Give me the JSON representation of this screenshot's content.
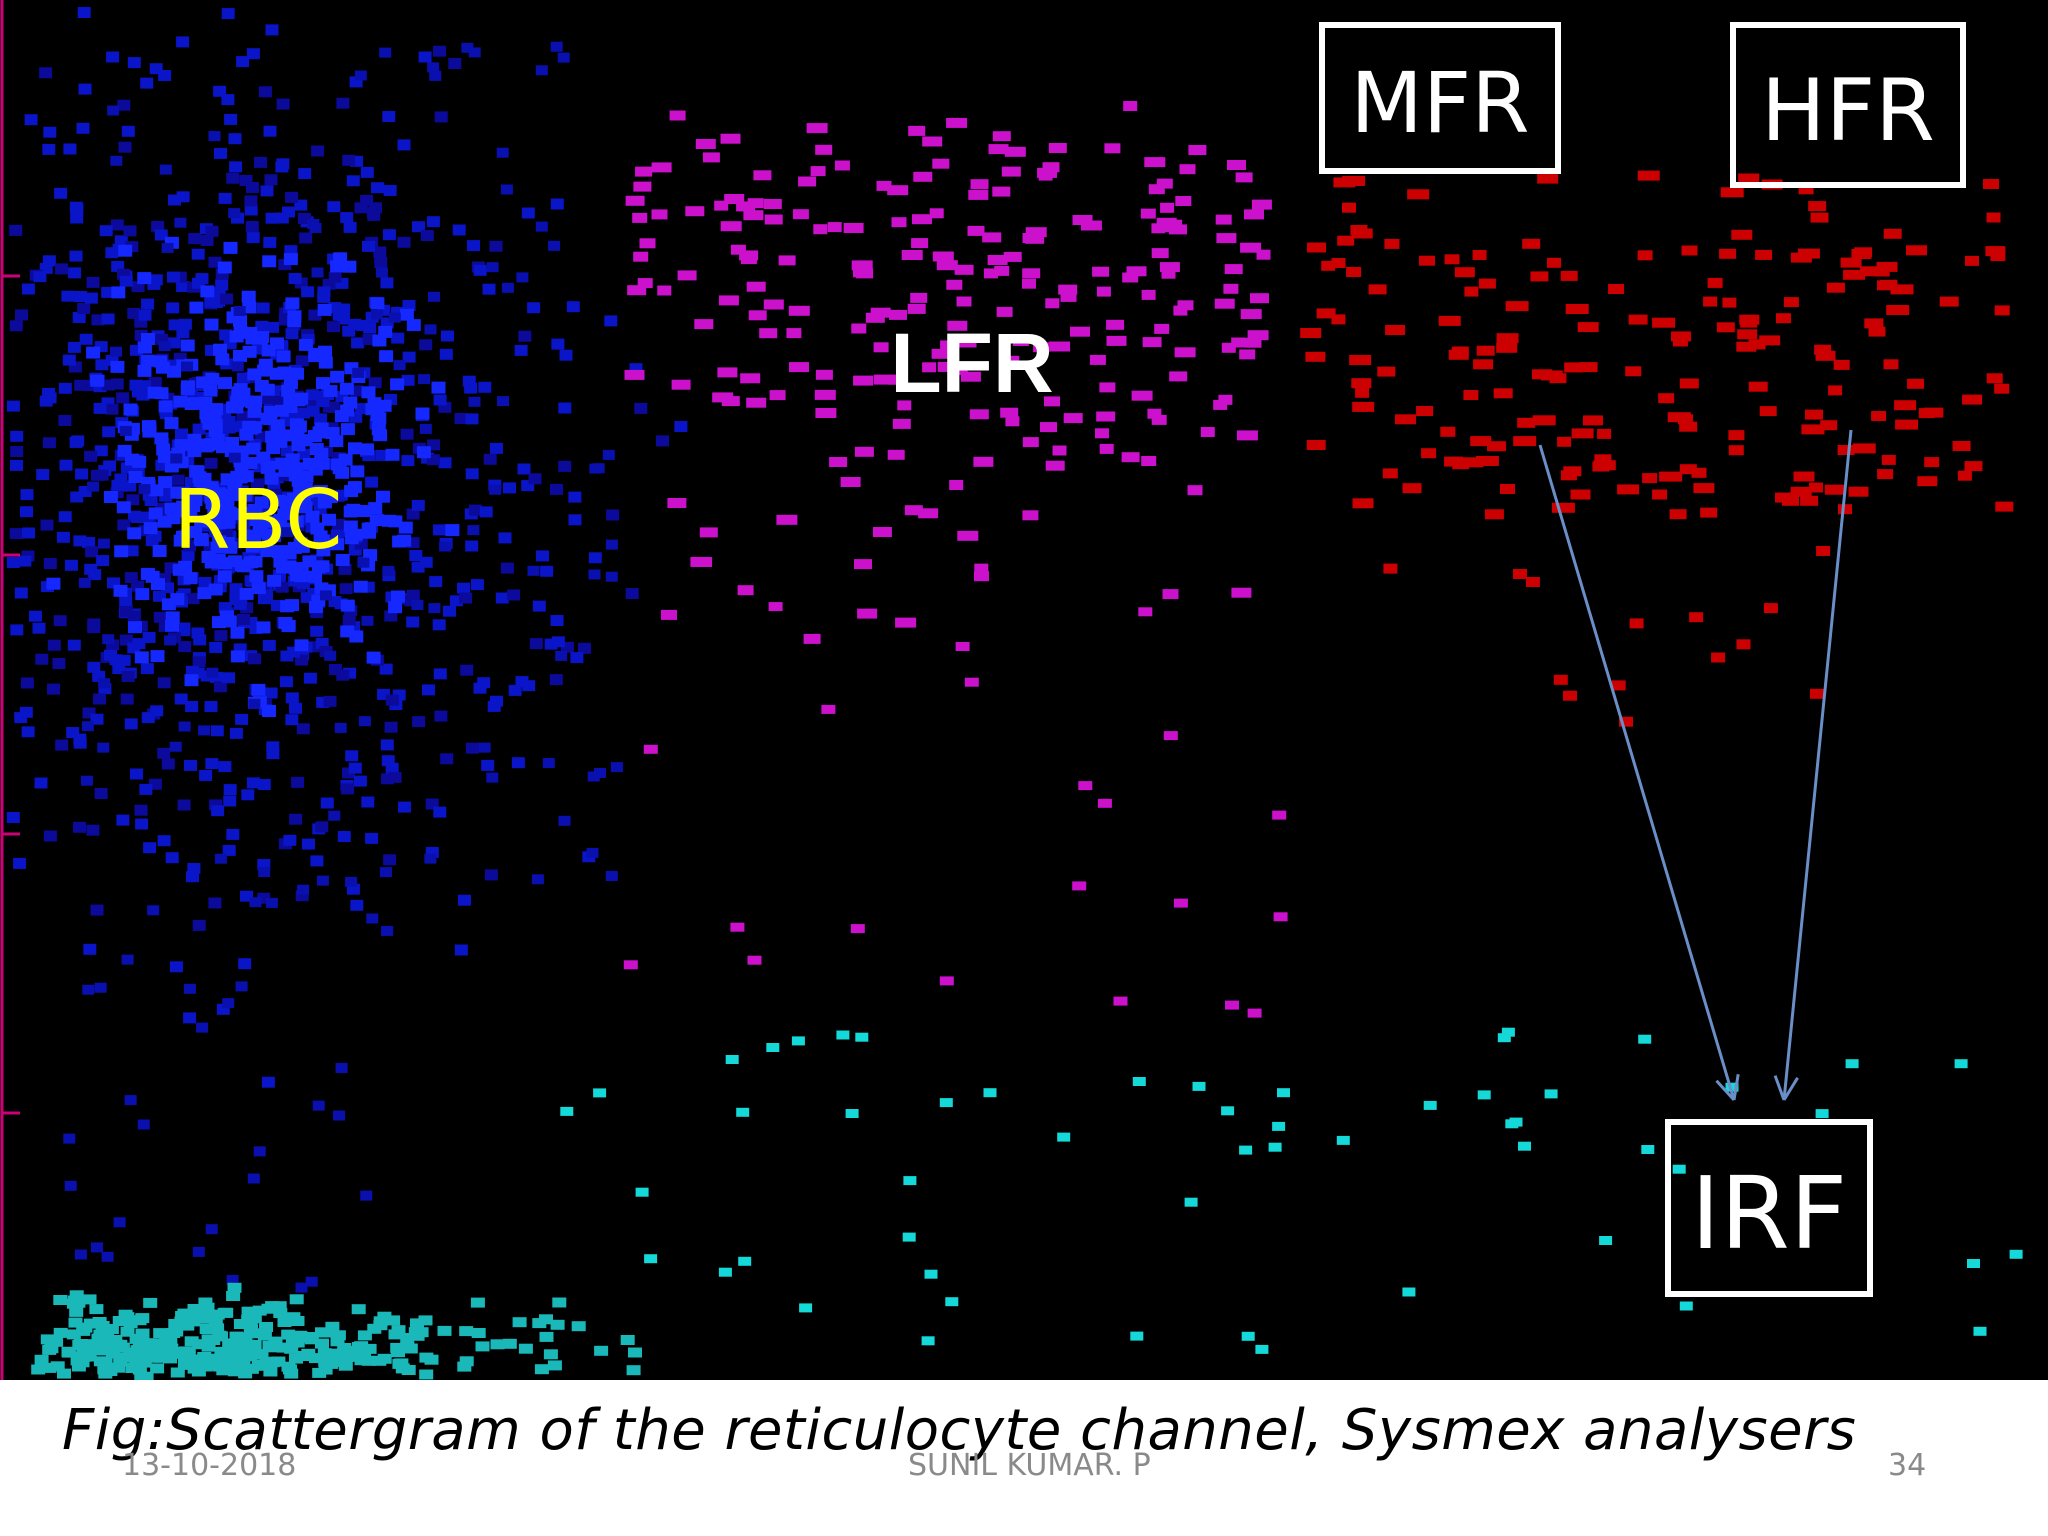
{
  "chart_data": {
    "type": "scatter",
    "title": "",
    "xlabel": "",
    "ylabel": "",
    "grid": false,
    "background": "#000000",
    "populations": [
      {
        "name": "RBC",
        "color": "#0a1aff",
        "dense_color": "#1428ff",
        "label_color": "#ffff00"
      },
      {
        "name": "LFR",
        "color": "#cc11cc",
        "label_color": "#ffffff"
      },
      {
        "name": "MFR",
        "color": "#cc0000",
        "label_color": "#ffffff"
      },
      {
        "name": "HFR",
        "color": "#cc0000",
        "label_color": "#ffffff"
      },
      {
        "name": "IRF",
        "label_color": "#ffffff"
      }
    ],
    "platelet_color": "#1ab8b8",
    "axis_color": "#cc0077",
    "arrow_color": "#6a8fc8",
    "annotations": [
      "RBC",
      "LFR",
      "MFR",
      "HFR",
      "IRF"
    ]
  },
  "caption": "Fig:Scattergram of the reticulocyte channel, Sysmex  analysers",
  "footer": {
    "date": "13-10-2018",
    "author": "SUNIL KUMAR. P",
    "page": "34"
  }
}
